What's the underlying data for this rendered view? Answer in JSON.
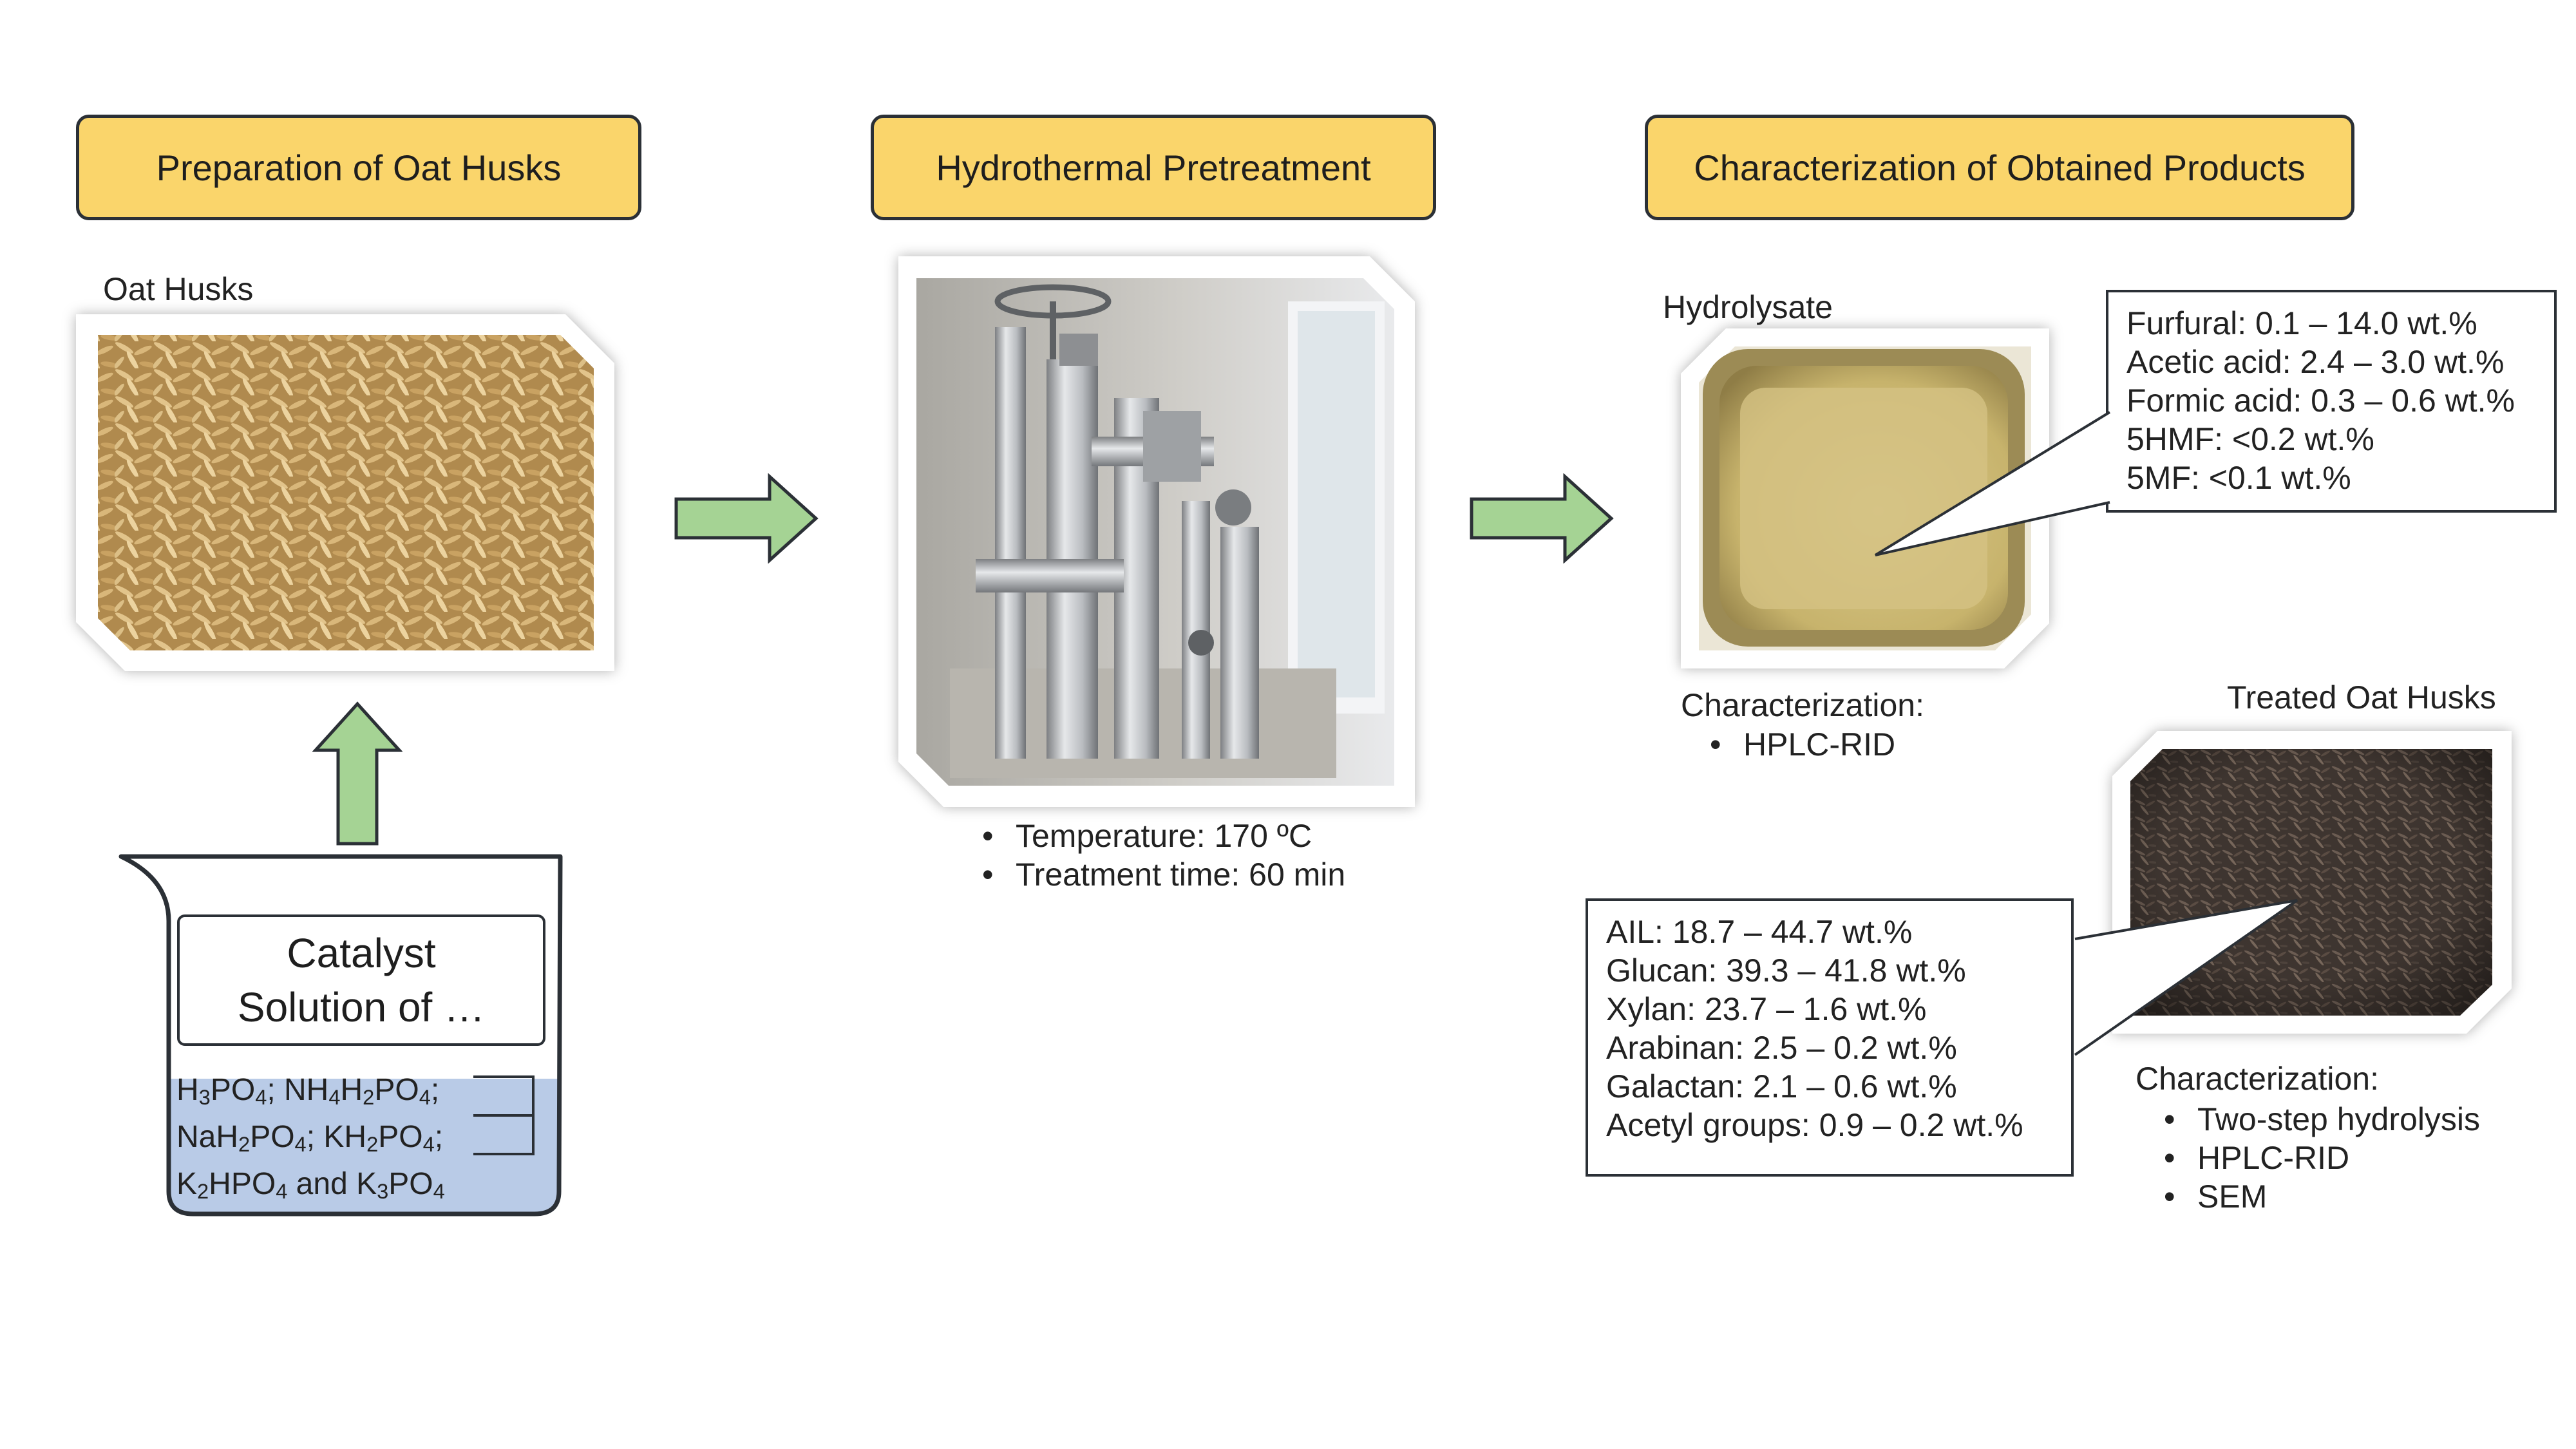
{
  "stages": [
    {
      "id": "prep",
      "title": "Preparation of Oat Husks"
    },
    {
      "id": "hydro",
      "title": "Hydrothermal Pretreatment"
    },
    {
      "id": "char",
      "title": "Characterization of Obtained Products"
    }
  ],
  "oat_husks_label": "Oat Husks",
  "beaker": {
    "label_line1": "Catalyst",
    "label_line2": "Solution of …",
    "chem_lines": [
      [
        {
          "t": "H"
        },
        {
          "s": "3"
        },
        {
          "t": "PO"
        },
        {
          "s": "4"
        },
        {
          "t": "; NH"
        },
        {
          "s": "4"
        },
        {
          "t": "H"
        },
        {
          "s": "2"
        },
        {
          "t": "PO"
        },
        {
          "s": "4"
        },
        {
          "t": ";"
        }
      ],
      [
        {
          "t": "NaH"
        },
        {
          "s": "2"
        },
        {
          "t": "PO"
        },
        {
          "s": "4"
        },
        {
          "t": "; KH"
        },
        {
          "s": "2"
        },
        {
          "t": "PO"
        },
        {
          "s": "4"
        },
        {
          "t": ";"
        }
      ],
      [
        {
          "t": "K"
        },
        {
          "s": "2"
        },
        {
          "t": "HPO"
        },
        {
          "s": "4"
        },
        {
          "t": " and K"
        },
        {
          "s": "3"
        },
        {
          "t": "PO"
        },
        {
          "s": "4"
        }
      ]
    ],
    "solution_color": "#b9cbe7"
  },
  "pretreatment_conditions": [
    "Temperature: 170 ºC",
    "Treatment time: 60 min"
  ],
  "hydrolysate": {
    "label": "Hydrolysate",
    "char_title": "Characterization:",
    "char_items": [
      "HPLC-RID"
    ],
    "composition": [
      "Furfural: 0.1 – 14.0 wt.%",
      "Acetic acid: 2.4 – 3.0 wt.%",
      "Formic acid: 0.3 – 0.6 wt.%",
      "5HMF: <0.2 wt.%",
      "5MF: <0.1 wt.%"
    ]
  },
  "treated": {
    "label": "Treated Oat Husks",
    "char_title": "Characterization:",
    "char_items": [
      "Two-step hydrolysis",
      "HPLC-RID",
      "SEM"
    ],
    "composition": [
      "AIL: 18.7 – 44.7 wt.%",
      "Glucan: 39.3 – 41.8 wt.%",
      "Xylan: 23.7 – 1.6 wt.%",
      "Arabinan: 2.5 – 0.2 wt.%",
      "Galactan: 2.1 – 0.6 wt.%",
      "Acetyl groups: 0.9 – 0.2 wt.%"
    ]
  },
  "bullet_char": "•",
  "colors": {
    "stage_fill": "#fad56b",
    "arrow_fill": "#a5d394",
    "arrow_stroke": "#2b3036"
  }
}
